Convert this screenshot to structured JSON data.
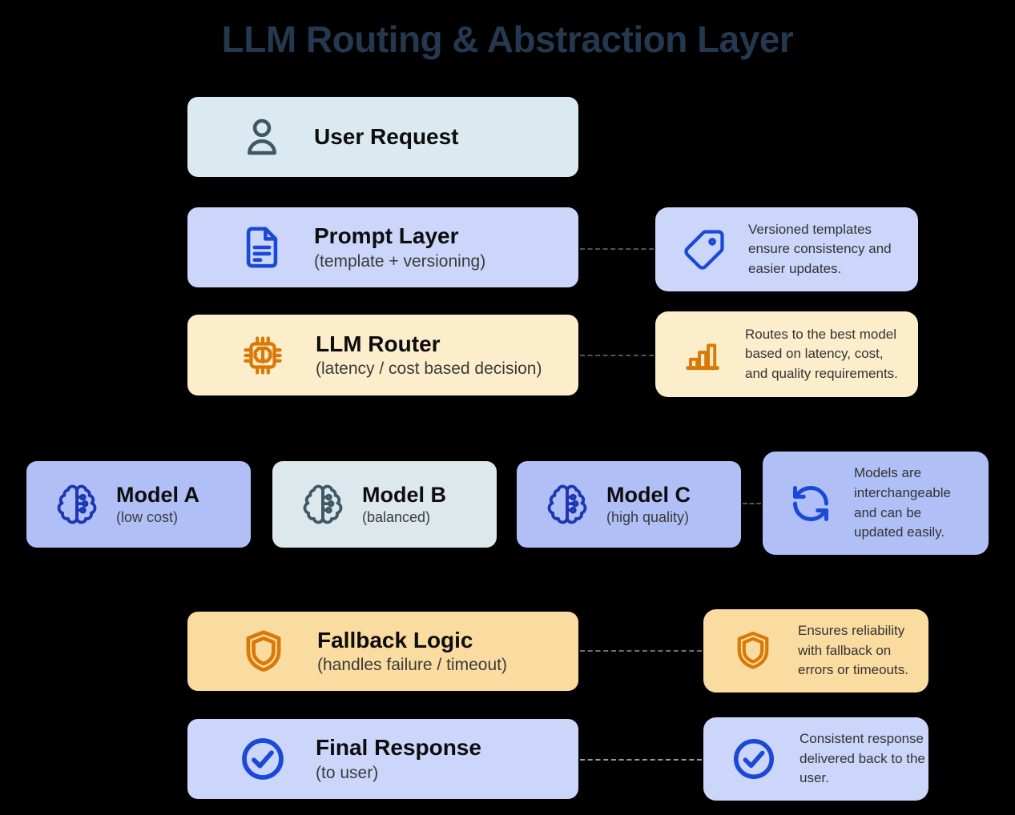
{
  "title": "LLM Routing & Abstraction Layer",
  "palette": {
    "background": "#000000",
    "title_color": "#24384f",
    "slate_icon": "#3f5866",
    "blue_icon": "#1a49d8",
    "navy_icon": "#1c36b4",
    "orange_icon": "#d97908"
  },
  "flow_boxes": [
    {
      "id": "user-request",
      "label": "User Request",
      "sublabel": "",
      "icon": "user-icon",
      "bg": "#dbe9f1"
    },
    {
      "id": "prompt-layer",
      "label": "Prompt Layer",
      "sublabel": "(template + versioning)",
      "icon": "document-icon",
      "bg": "#ccd6fa"
    },
    {
      "id": "llm-router",
      "label": "LLM Router",
      "sublabel": "(latency / cost based decision)",
      "icon": "chip-brain-icon",
      "bg": "#fdeecb"
    },
    {
      "id": "fallback-logic",
      "label": "Fallback Logic",
      "sublabel": "(handles failure / timeout)",
      "icon": "shield-icon",
      "bg": "#fbdca0"
    },
    {
      "id": "final-response",
      "label": "Final Response",
      "sublabel": "(to user)",
      "icon": "check-circle-icon",
      "bg": "#ccd6fa"
    }
  ],
  "model_boxes": [
    {
      "id": "model-a",
      "label": "Model A",
      "sublabel": "(low cost)",
      "icon": "brain-circuit-icon",
      "bg": "#b1bff7"
    },
    {
      "id": "model-b",
      "label": "Model B",
      "sublabel": "(balanced)",
      "icon": "brain-circuit-icon",
      "bg": "#dde8ec"
    },
    {
      "id": "model-c",
      "label": "Model C",
      "sublabel": "(high quality)",
      "icon": "brain-circuit-icon",
      "bg": "#b1bff7"
    }
  ],
  "notes": [
    {
      "id": "note-prompt",
      "text": "Versioned templates ensure consistency and easier updates.",
      "icon": "tag-icon",
      "bg": "#ccd6fa"
    },
    {
      "id": "note-router",
      "text": "Routes to the best model based on latency, cost, and quality requirements.",
      "icon": "bar-chart-icon",
      "bg": "#fdeecb"
    },
    {
      "id": "note-models",
      "text": "Models are interchangeable and can be updated easily.",
      "icon": "refresh-icon",
      "bg": "#b1bff7"
    },
    {
      "id": "note-fallback",
      "text": "Ensures reliability with fallback on errors or timeouts.",
      "icon": "shield-icon",
      "bg": "#fbdca0"
    },
    {
      "id": "note-final",
      "text": "Consistent response delivered back to the user.",
      "icon": "check-circle-icon",
      "bg": "#ccd6fa"
    }
  ]
}
